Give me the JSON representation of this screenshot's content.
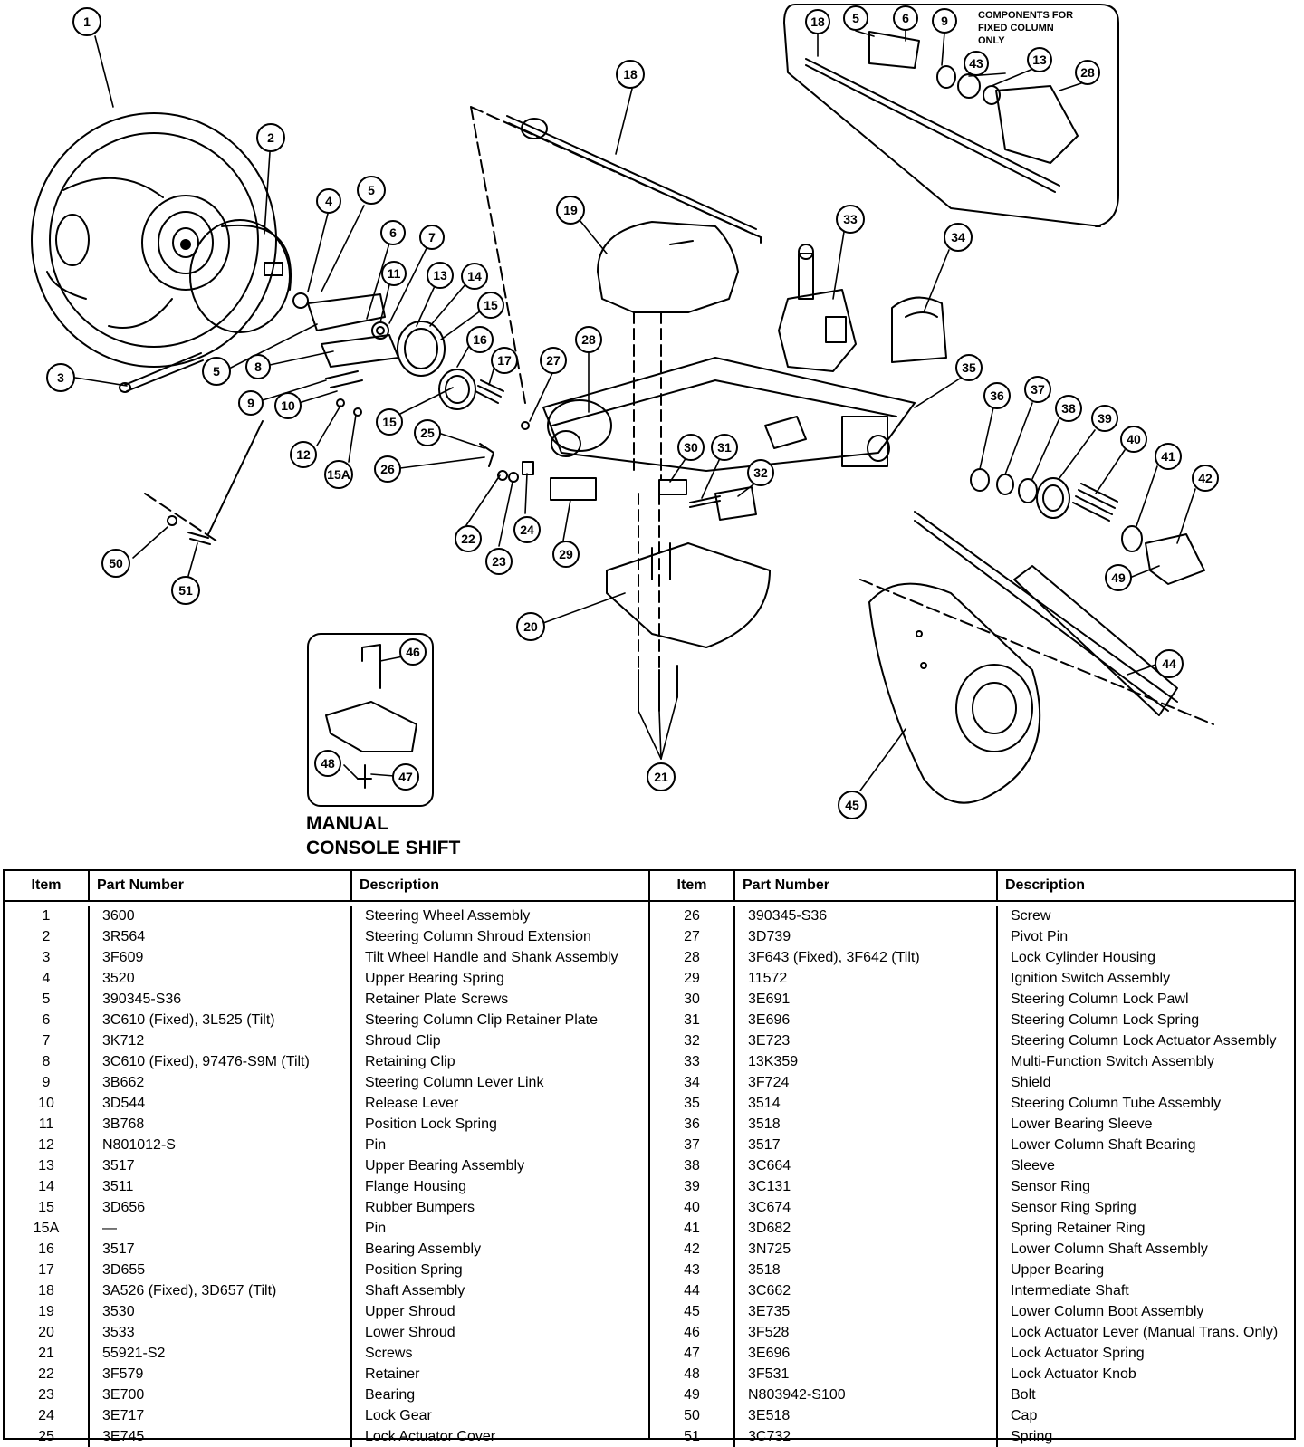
{
  "callouts": [
    {
      "id": "c1",
      "label": "1"
    },
    {
      "id": "c2",
      "label": "2"
    },
    {
      "id": "c3",
      "label": "3"
    },
    {
      "id": "c4",
      "label": "4"
    },
    {
      "id": "c5a",
      "label": "5"
    },
    {
      "id": "c5b",
      "label": "5"
    },
    {
      "id": "c6",
      "label": "6"
    },
    {
      "id": "c7",
      "label": "7"
    },
    {
      "id": "c8",
      "label": "8"
    },
    {
      "id": "c9",
      "label": "9"
    },
    {
      "id": "c10",
      "label": "10"
    },
    {
      "id": "c11",
      "label": "11"
    },
    {
      "id": "c12",
      "label": "12"
    },
    {
      "id": "c13",
      "label": "13"
    },
    {
      "id": "c14",
      "label": "14"
    },
    {
      "id": "c15a",
      "label": "15"
    },
    {
      "id": "c15b",
      "label": "15"
    },
    {
      "id": "c15A",
      "label": "15A"
    },
    {
      "id": "c16",
      "label": "16"
    },
    {
      "id": "c17",
      "label": "17"
    },
    {
      "id": "c18",
      "label": "18"
    },
    {
      "id": "c19",
      "label": "19"
    },
    {
      "id": "c20",
      "label": "20"
    },
    {
      "id": "c21",
      "label": "21"
    },
    {
      "id": "c22",
      "label": "22"
    },
    {
      "id": "c23",
      "label": "23"
    },
    {
      "id": "c24",
      "label": "24"
    },
    {
      "id": "c25",
      "label": "25"
    },
    {
      "id": "c26",
      "label": "26"
    },
    {
      "id": "c27",
      "label": "27"
    },
    {
      "id": "c28",
      "label": "28"
    },
    {
      "id": "c29",
      "label": "29"
    },
    {
      "id": "c30",
      "label": "30"
    },
    {
      "id": "c31",
      "label": "31"
    },
    {
      "id": "c32",
      "label": "32"
    },
    {
      "id": "c33",
      "label": "33"
    },
    {
      "id": "c34",
      "label": "34"
    },
    {
      "id": "c35",
      "label": "35"
    },
    {
      "id": "c36",
      "label": "36"
    },
    {
      "id": "c37",
      "label": "37"
    },
    {
      "id": "c38",
      "label": "38"
    },
    {
      "id": "c39",
      "label": "39"
    },
    {
      "id": "c40",
      "label": "40"
    },
    {
      "id": "c41",
      "label": "41"
    },
    {
      "id": "c42",
      "label": "42"
    },
    {
      "id": "c44",
      "label": "44"
    },
    {
      "id": "c45",
      "label": "45"
    },
    {
      "id": "c49",
      "label": "49"
    },
    {
      "id": "c50",
      "label": "50"
    },
    {
      "id": "c51",
      "label": "51"
    },
    {
      "id": "f18",
      "label": "18"
    },
    {
      "id": "f5",
      "label": "5"
    },
    {
      "id": "f6",
      "label": "6"
    },
    {
      "id": "f9",
      "label": "9"
    },
    {
      "id": "f43",
      "label": "43"
    },
    {
      "id": "f13",
      "label": "13"
    },
    {
      "id": "f28",
      "label": "28"
    },
    {
      "id": "m46",
      "label": "46"
    },
    {
      "id": "m48",
      "label": "48"
    },
    {
      "id": "m47",
      "label": "47"
    }
  ],
  "inset_fixed_caption": [
    "COMPONENTS FOR",
    "FIXED COLUMN",
    "ONLY"
  ],
  "inset_manual_title": [
    "MANUAL",
    "CONSOLE SHIFT"
  ],
  "table": {
    "headers": {
      "item": "Item",
      "part": "Part Number",
      "desc": "Description"
    },
    "left": [
      {
        "item": "1",
        "part": "3600",
        "desc": "Steering Wheel Assembly"
      },
      {
        "item": "2",
        "part": "3R564",
        "desc": "Steering Column Shroud Extension"
      },
      {
        "item": "3",
        "part": "3F609",
        "desc": "Tilt Wheel Handle and Shank Assembly"
      },
      {
        "item": "4",
        "part": "3520",
        "desc": "Upper Bearing Spring"
      },
      {
        "item": "5",
        "part": "390345-S36",
        "desc": "Retainer Plate Screws"
      },
      {
        "item": "6",
        "part": "3C610 (Fixed), 3L525 (Tilt)",
        "desc": "Steering Column Clip Retainer Plate"
      },
      {
        "item": "7",
        "part": "3K712",
        "desc": "Shroud Clip"
      },
      {
        "item": "8",
        "part": "3C610 (Fixed), 97476-S9M (Tilt)",
        "desc": "Retaining Clip"
      },
      {
        "item": "9",
        "part": "3B662",
        "desc": "Steering Column Lever Link"
      },
      {
        "item": "10",
        "part": "3D544",
        "desc": "Release Lever"
      },
      {
        "item": "11",
        "part": "3B768",
        "desc": "Position Lock Spring"
      },
      {
        "item": "12",
        "part": "N801012-S",
        "desc": "Pin"
      },
      {
        "item": "13",
        "part": "3517",
        "desc": "Upper Bearing Assembly"
      },
      {
        "item": "14",
        "part": "3511",
        "desc": "Flange Housing"
      },
      {
        "item": "15",
        "part": "3D656",
        "desc": "Rubber Bumpers"
      },
      {
        "item": "15A",
        "part": "—",
        "desc": "Pin"
      },
      {
        "item": "16",
        "part": "3517",
        "desc": "Bearing Assembly"
      },
      {
        "item": "17",
        "part": "3D655",
        "desc": "Position Spring"
      },
      {
        "item": "18",
        "part": "3A526 (Fixed), 3D657 (Tilt)",
        "desc": "Shaft Assembly"
      },
      {
        "item": "19",
        "part": "3530",
        "desc": "Upper Shroud"
      },
      {
        "item": "20",
        "part": "3533",
        "desc": "Lower Shroud"
      },
      {
        "item": "21",
        "part": "55921-S2",
        "desc": "Screws"
      },
      {
        "item": "22",
        "part": "3F579",
        "desc": "Retainer"
      },
      {
        "item": "23",
        "part": "3E700",
        "desc": "Bearing"
      },
      {
        "item": "24",
        "part": "3E717",
        "desc": "Lock Gear"
      },
      {
        "item": "25",
        "part": "3E745",
        "desc": "Lock Actuator Cover"
      }
    ],
    "right": [
      {
        "item": "26",
        "part": "390345-S36",
        "desc": "Screw"
      },
      {
        "item": "27",
        "part": "3D739",
        "desc": "Pivot Pin"
      },
      {
        "item": "28",
        "part": "3F643 (Fixed), 3F642 (Tilt)",
        "desc": "Lock Cylinder Housing"
      },
      {
        "item": "29",
        "part": "11572",
        "desc": "Ignition Switch Assembly"
      },
      {
        "item": "30",
        "part": "3E691",
        "desc": "Steering Column Lock Pawl"
      },
      {
        "item": "31",
        "part": "3E696",
        "desc": "Steering Column Lock Spring"
      },
      {
        "item": "32",
        "part": "3E723",
        "desc": "Steering Column Lock Actuator Assembly"
      },
      {
        "item": "33",
        "part": "13K359",
        "desc": "Multi-Function Switch Assembly"
      },
      {
        "item": "34",
        "part": "3F724",
        "desc": "Shield"
      },
      {
        "item": "35",
        "part": "3514",
        "desc": "Steering Column Tube Assembly"
      },
      {
        "item": "36",
        "part": "3518",
        "desc": "Lower Bearing Sleeve"
      },
      {
        "item": "37",
        "part": "3517",
        "desc": "Lower Column Shaft Bearing"
      },
      {
        "item": "38",
        "part": "3C664",
        "desc": "Sleeve"
      },
      {
        "item": "39",
        "part": "3C131",
        "desc": "Sensor Ring"
      },
      {
        "item": "40",
        "part": "3C674",
        "desc": "Sensor Ring Spring"
      },
      {
        "item": "41",
        "part": "3D682",
        "desc": "Spring Retainer Ring"
      },
      {
        "item": "42",
        "part": "3N725",
        "desc": "Lower Column Shaft Assembly"
      },
      {
        "item": "43",
        "part": "3518",
        "desc": "Upper Bearing"
      },
      {
        "item": "44",
        "part": "3C662",
        "desc": "Intermediate Shaft"
      },
      {
        "item": "45",
        "part": "3E735",
        "desc": "Lower Column Boot Assembly"
      },
      {
        "item": "46",
        "part": "3F528",
        "desc": "Lock Actuator Lever (Manual Trans. Only)"
      },
      {
        "item": "47",
        "part": "3E696",
        "desc": "Lock Actuator Spring"
      },
      {
        "item": "48",
        "part": "3F531",
        "desc": "Lock Actuator Knob"
      },
      {
        "item": "49",
        "part": "N803942-S100",
        "desc": "Bolt"
      },
      {
        "item": "50",
        "part": "3E518",
        "desc": "Cap"
      },
      {
        "item": "51",
        "part": "3C732",
        "desc": "Spring"
      }
    ]
  }
}
